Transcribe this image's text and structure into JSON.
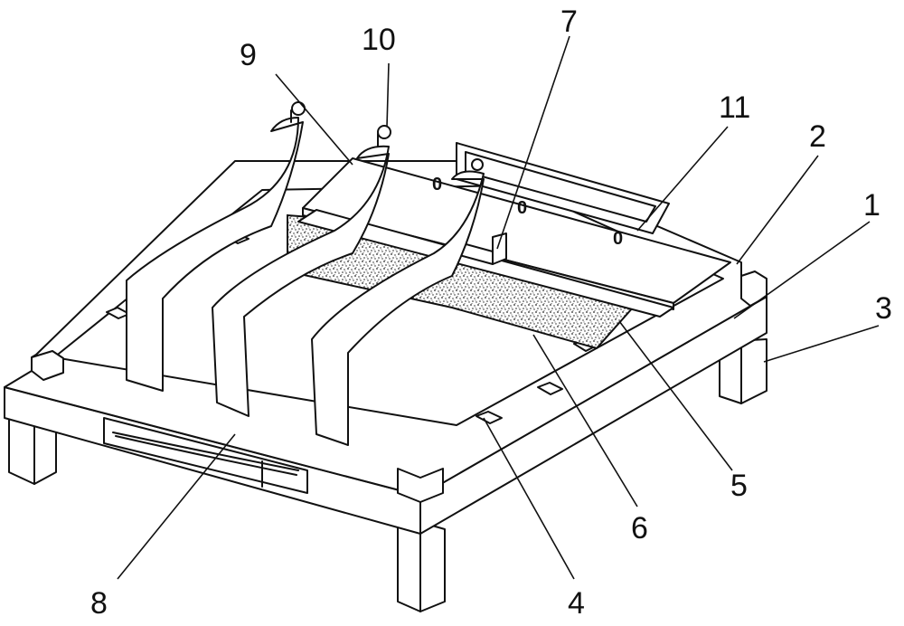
{
  "labels": {
    "l1": "1",
    "l2": "2",
    "l3": "3",
    "l4": "4",
    "l5": "5",
    "l6": "6",
    "l7": "7",
    "l8": "8",
    "l9": "9",
    "l10": "10",
    "l11": "11"
  },
  "holes": {
    "h1": "0",
    "h2": "0",
    "h3": "0"
  }
}
